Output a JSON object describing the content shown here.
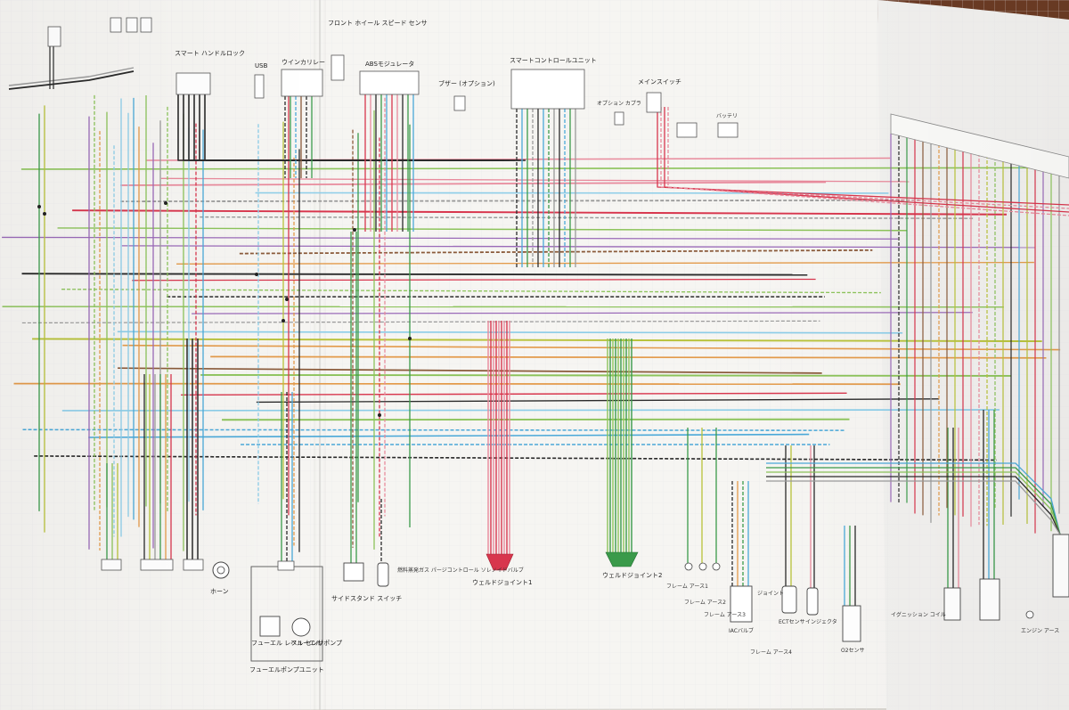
{
  "labels": {
    "front_wheel_speed_sensor": "フロント ホイール スピード センサ",
    "smart_handle_lock": "スマート ハンドルロック",
    "usb": "USB",
    "winker_relay": "ウインカリレー",
    "abs_modulator": "ABSモジュレータ",
    "buzzer_option": "ブザー (オプション)",
    "smart_control_unit": "スマートコントロールユニット",
    "option_coupler": "オプション カプラ",
    "main_switch": "メインスイッチ",
    "horn": "ホーン",
    "fuel_level_sensor": "フューエル レベル センサ",
    "fuel_pump": "フューエル ポンプ",
    "fuel_pump_unit": "フューエルポンプユニット",
    "side_stand_switch": "サイドスタンド スイッチ",
    "purge_control_valve": "燃料蒸発ガス パージコントロール ソレノイドバルブ",
    "weld_joint_1": "ウェルドジョイント1",
    "weld_joint_2": "ウェルドジョイント2",
    "frame_earth_1": "フレーム アース1",
    "frame_earth_2": "フレーム アース2",
    "frame_earth_3": "フレーム アース3",
    "frame_earth_4": "フレーム アース4",
    "joint": "ジョイント",
    "iac_valve": "IACバルブ",
    "ect_sensor": "ECTセンサ",
    "injector": "インジェクタ",
    "o2_sensor": "O2センサ",
    "ignition_coil": "イグニッション コイル",
    "engine_earth": "エンジン アース",
    "battery": "バッテリ"
  },
  "colors": {
    "paper": "#f6f5f2",
    "grid": "#e3e2e8",
    "black": "#2a2a2a",
    "red": "#d8364d",
    "pink": "#e88a9c",
    "green": "#3a9a4a",
    "lightgreen": "#8cc35a",
    "yellowgreen": "#b8c23a",
    "blue": "#4aa8d8",
    "lightblue": "#8ccde8",
    "orange": "#e39a4a",
    "brown": "#8a5a3a",
    "gray": "#9a9a9a",
    "violet": "#9a6ab8"
  }
}
